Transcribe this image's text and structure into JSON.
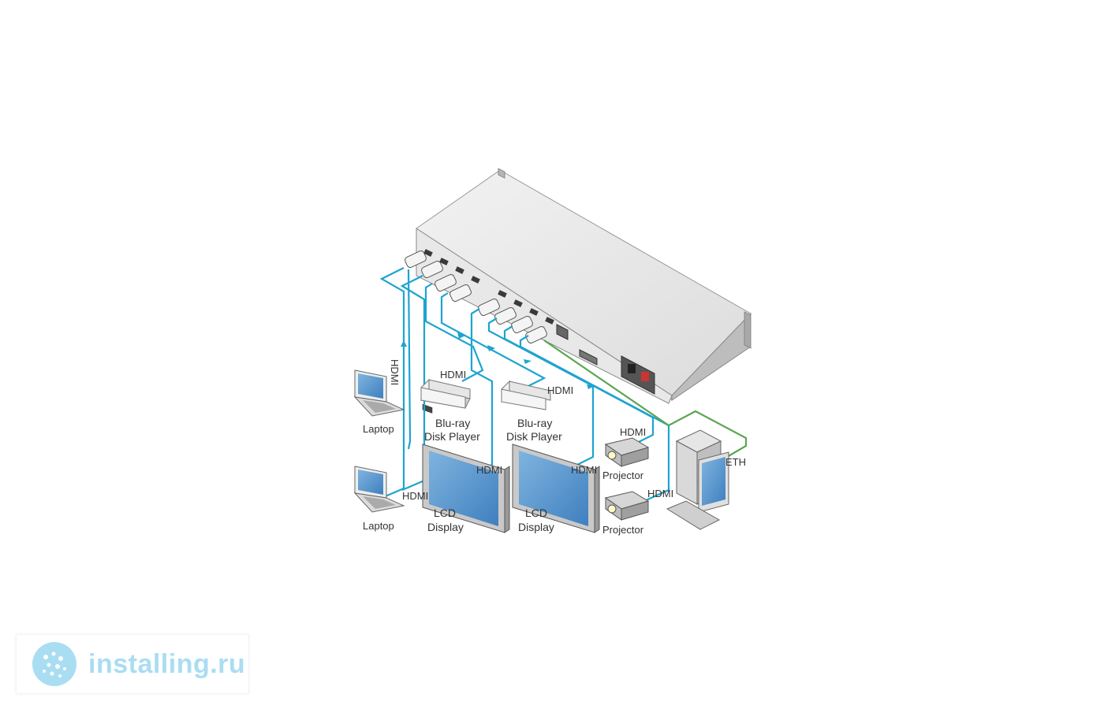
{
  "labels": {
    "laptop_1": "Laptop",
    "laptop_2": "Laptop",
    "bluray_1_line1": "Blu-ray",
    "bluray_1_line2": "Disk Player",
    "bluray_2_line1": "Blu-ray",
    "bluray_2_line2": "Disk Player",
    "lcd_1_line1": "LCD",
    "lcd_1_line2": "Display",
    "lcd_2_line1": "LCD",
    "lcd_2_line2": "Display",
    "projector_1": "Projector",
    "projector_2": "Projector"
  },
  "cable_labels": {
    "hdmi_laptop_1": "HDMI",
    "hdmi_laptop_2": "HDMI",
    "hdmi_bluray_1": "HDMI",
    "hdmi_bluray_2": "HDMI",
    "hdmi_lcd_1": "HDMI",
    "hdmi_lcd_2": "HDMI",
    "hdmi_projector_1": "HDMI",
    "hdmi_projector_2": "HDMI",
    "eth": "ETH"
  },
  "watermark": {
    "text": "installing.ru"
  },
  "colors": {
    "hdmi_cable": "#1ea4d0",
    "eth_cable": "#5aa64f",
    "watermark": "#a9ddf2"
  }
}
